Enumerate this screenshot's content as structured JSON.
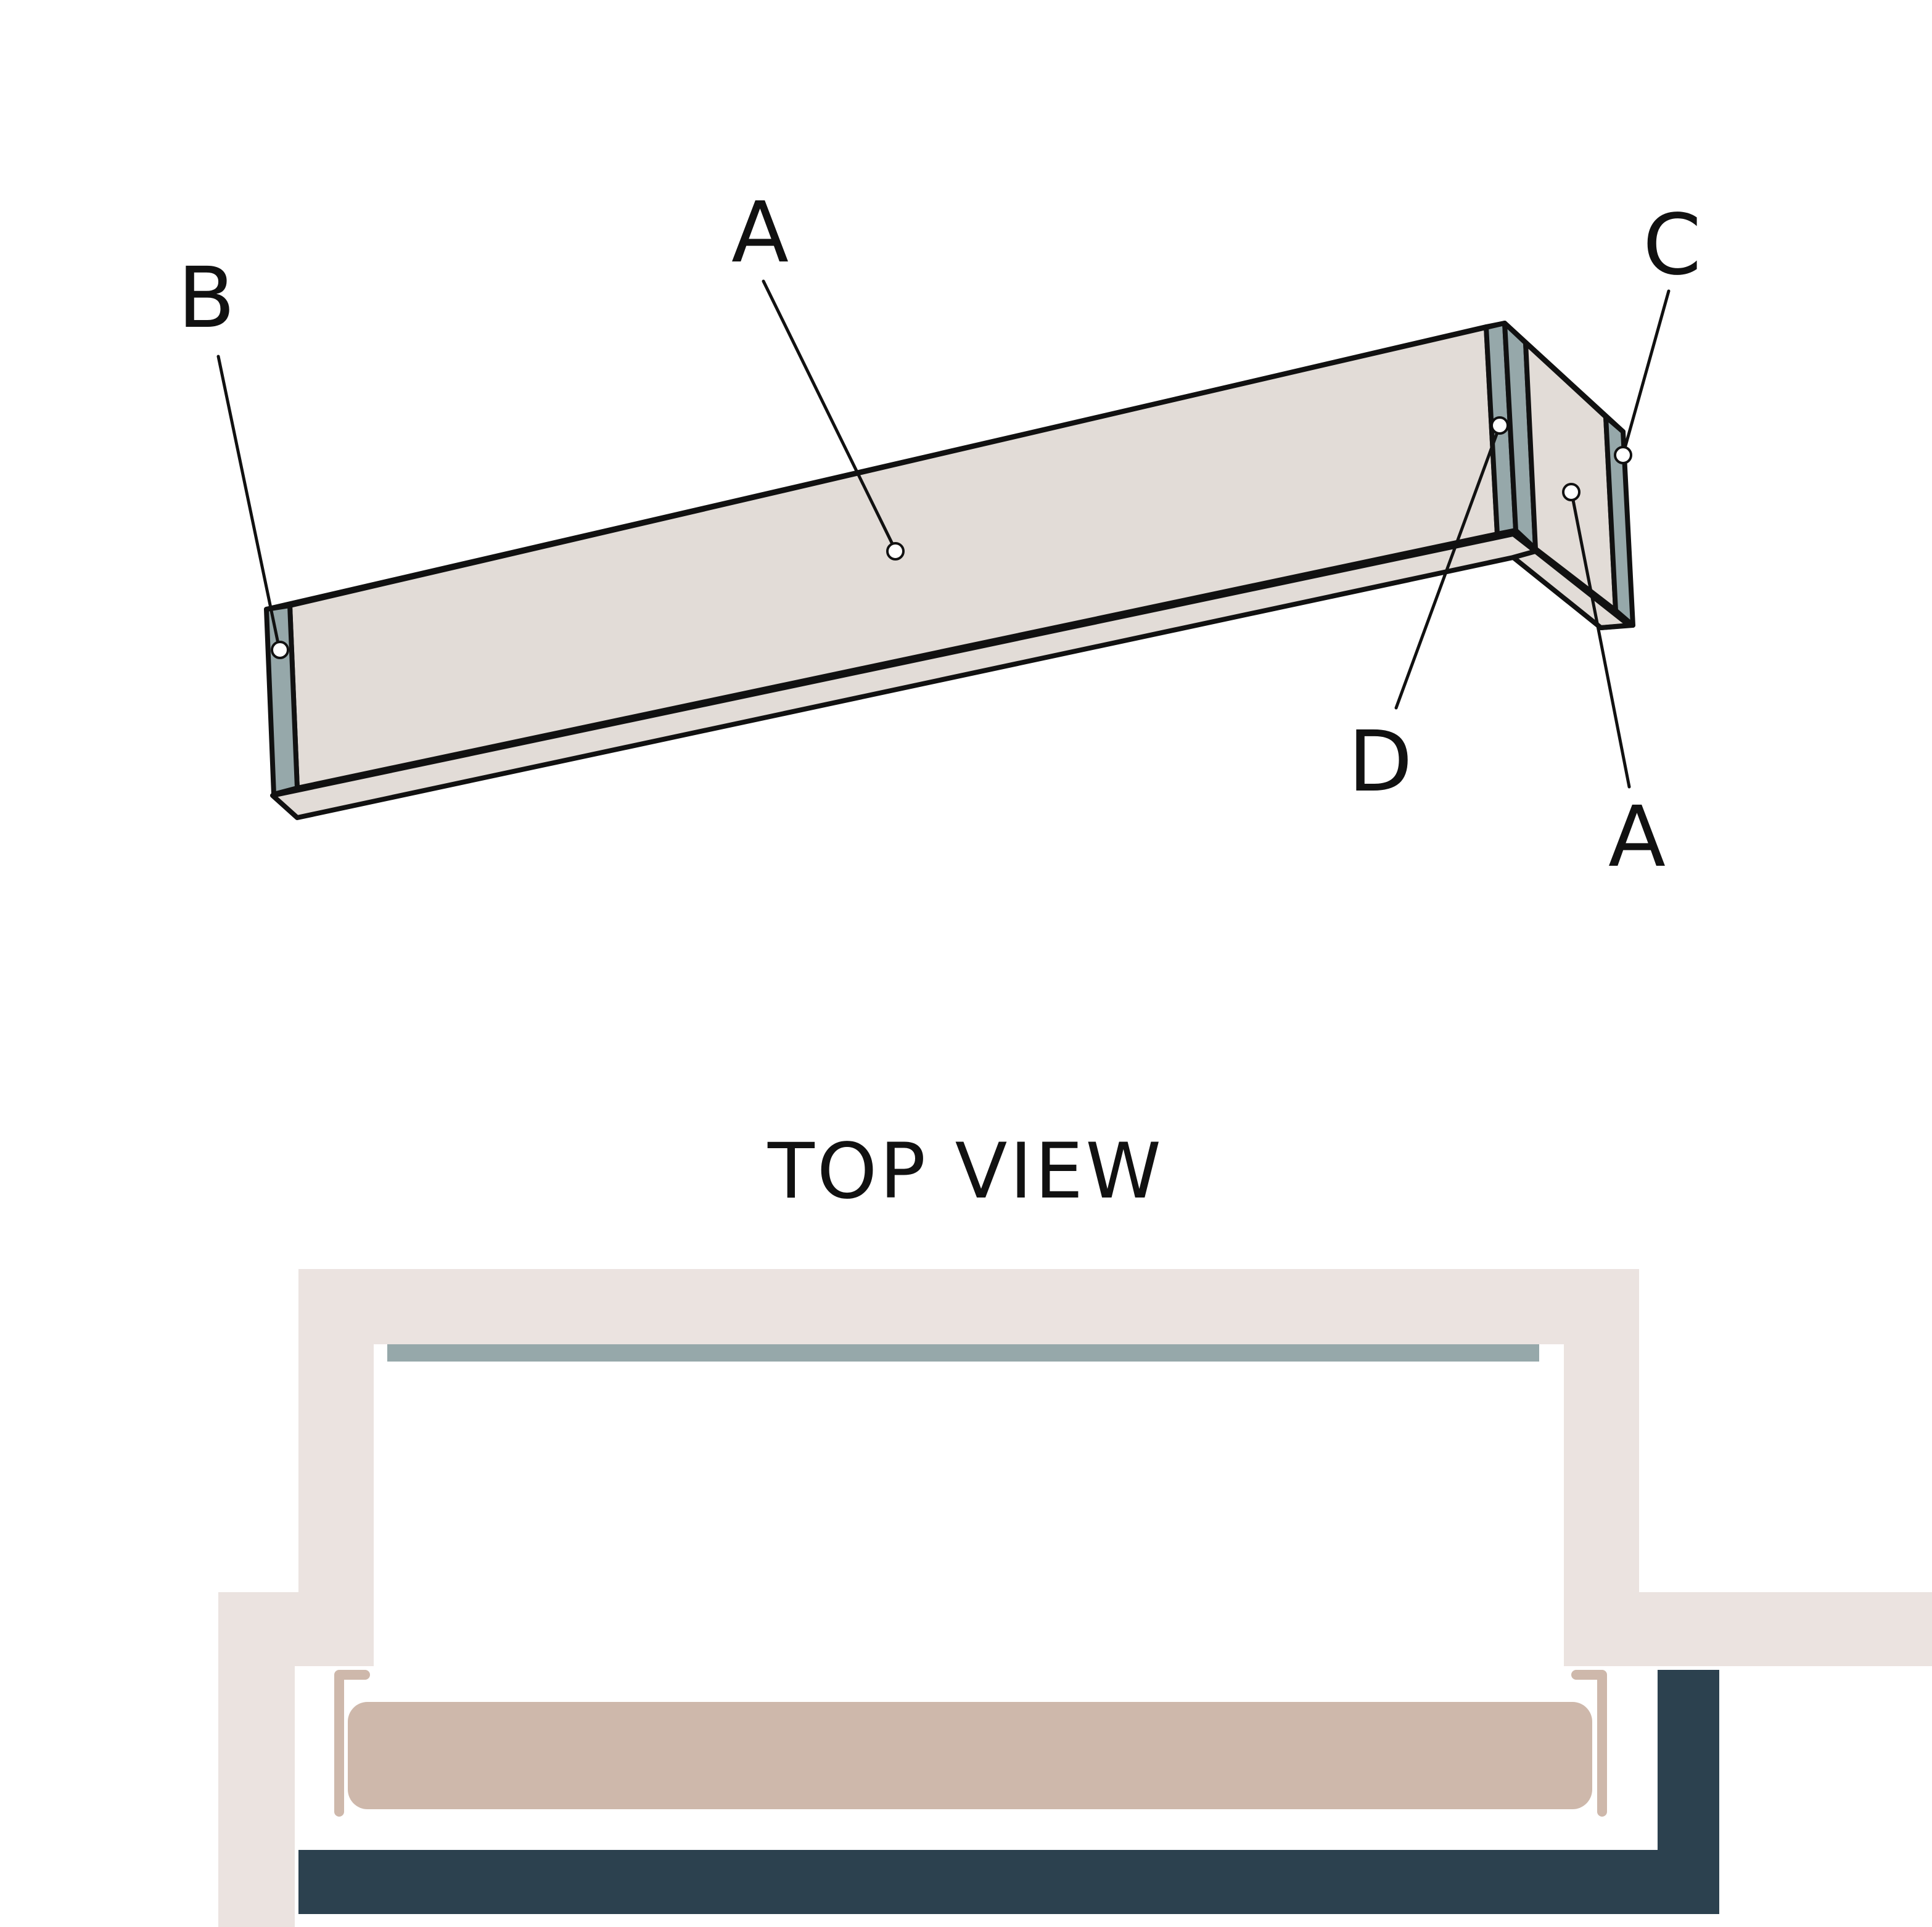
{
  "callouts": {
    "a_front": "A",
    "a_return": "A",
    "b": "B",
    "c": "C",
    "d": "D"
  },
  "top_view": {
    "title": "TOP VIEW"
  },
  "colors": {
    "panel_fill": "#e2dcd7",
    "edge_fill": "#96a8aa",
    "outline": "#111111",
    "wall": "#ebe3e0",
    "rail": "#96a8aa",
    "curtain": "#ceb8ab",
    "bracket": "#ceb8ab",
    "frame": "#2c414f"
  }
}
